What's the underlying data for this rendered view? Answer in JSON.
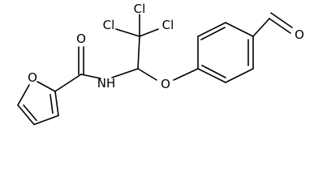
{
  "molecule": {
    "atoms": {
      "furan_oxygen": "O",
      "amide_oxygen": "O",
      "amide_nitrogen": "NH",
      "chlorine_1": "Cl",
      "chlorine_2": "Cl",
      "chlorine_3": "Cl",
      "ether_oxygen": "O",
      "aldehyde_oxygen": "O"
    }
  }
}
